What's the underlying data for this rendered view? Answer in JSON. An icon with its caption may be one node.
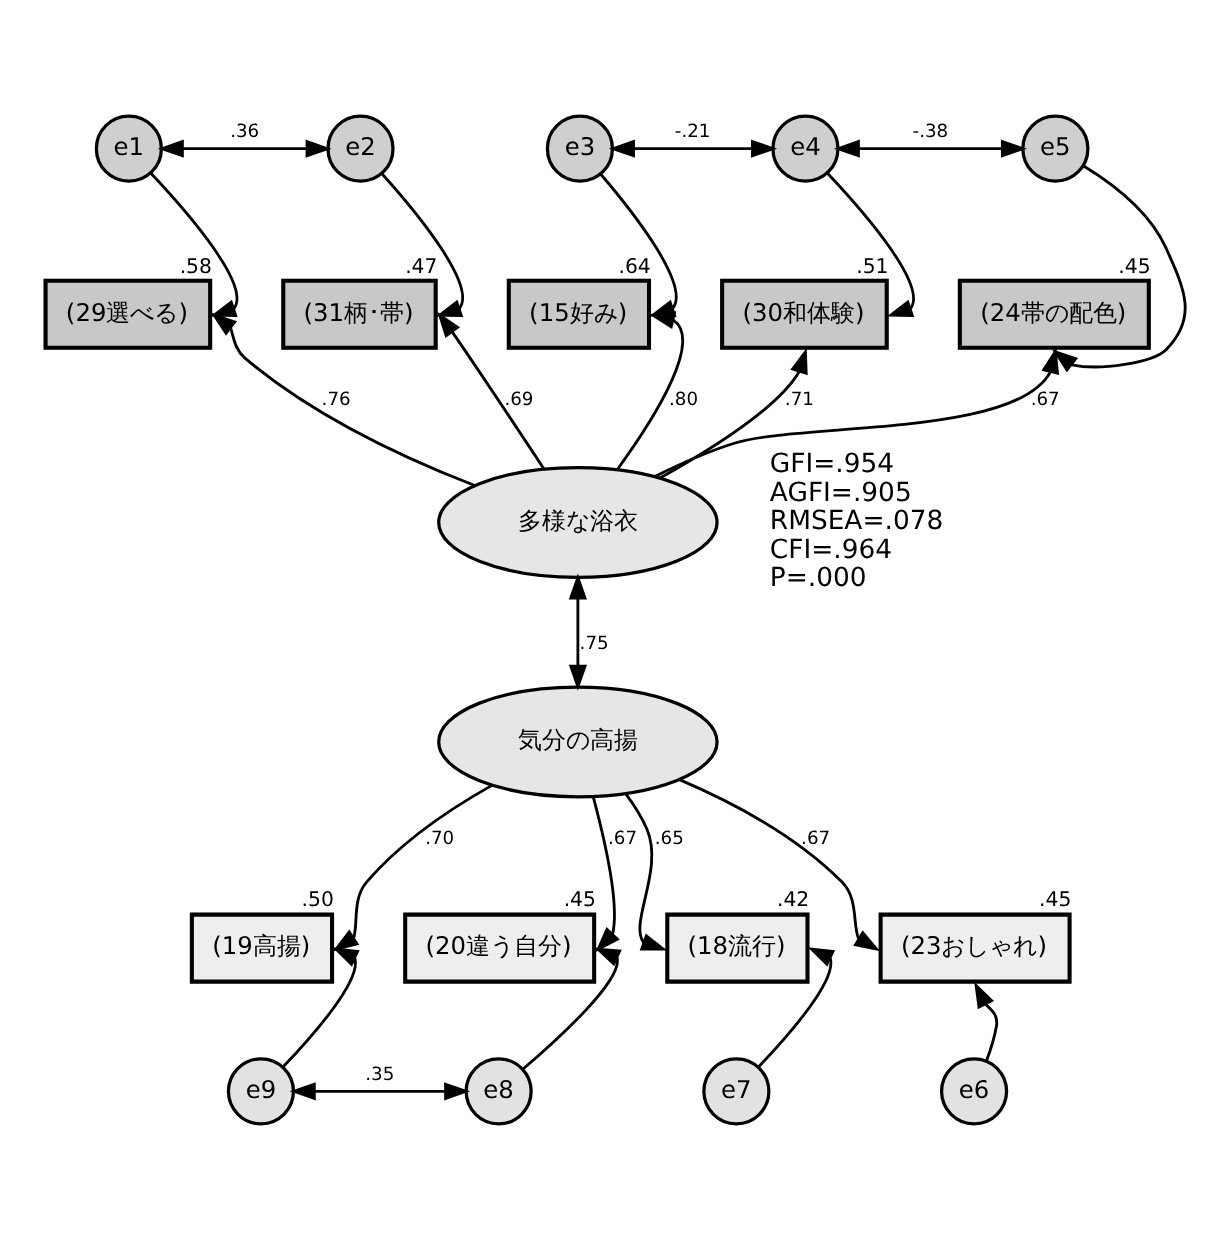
{
  "diagram": {
    "nodes": [
      {
        "text": [
          "e1"
        ]
      },
      {
        "text": [
          "e2"
        ]
      },
      {
        "text": [
          "e3"
        ]
      },
      {
        "text": [
          "e4"
        ]
      },
      {
        "text": [
          "e5"
        ]
      },
      {
        "text": [
          "(29選べる)"
        ],
        "beside": [
          ".58"
        ]
      },
      {
        "text": [
          "(31柄･帯)"
        ],
        "beside": [
          ".47"
        ]
      },
      {
        "text": [
          "(15好み)"
        ],
        "beside": [
          ".64"
        ]
      },
      {
        "text": [
          "(30和体験)"
        ],
        "beside": [
          ".51"
        ]
      },
      {
        "text": [
          "(24帯の配色)"
        ],
        "beside": [
          ".45"
        ]
      },
      {
        "text": [
          "多様な浴衣"
        ]
      },
      {
        "text": [
          "気分の高揚"
        ]
      },
      {
        "text": [
          "(19高揚)"
        ],
        "beside": [
          ".50"
        ]
      },
      {
        "text": [
          "(20違う自分)"
        ],
        "beside": [
          ".45"
        ]
      },
      {
        "text": [
          "(18流行)"
        ],
        "beside": [
          ".42"
        ]
      },
      {
        "text": [
          "(23おしゃれ)"
        ],
        "beside": [
          ".45"
        ]
      },
      {
        "text": [
          "e9"
        ]
      },
      {
        "text": [
          "e8"
        ]
      },
      {
        "text": [
          "e7"
        ]
      },
      {
        "text": [
          "e6"
        ]
      }
    ],
    "edges": [
      {
        "from": 0,
        "to": 1,
        "arrow": "both",
        "label": ".36"
      },
      {
        "from": 2,
        "to": 3,
        "arrow": "both",
        "label": "-.21"
      },
      {
        "from": 3,
        "to": 4,
        "arrow": "both",
        "label": "-.38"
      },
      {
        "from": 0,
        "to": 5,
        "arrow": "to"
      },
      {
        "from": 1,
        "to": 6,
        "arrow": "to"
      },
      {
        "from": 2,
        "to": 7,
        "arrow": "to"
      },
      {
        "from": 3,
        "to": 8,
        "arrow": "to"
      },
      {
        "from": 4,
        "to": 9,
        "arrow": "to"
      },
      {
        "from": 10,
        "to": 5,
        "arrow": "to",
        "label": ".76"
      },
      {
        "from": 10,
        "to": 6,
        "arrow": "to",
        "label": ".69"
      },
      {
        "from": 10,
        "to": 7,
        "arrow": "to",
        "label": ".80"
      },
      {
        "from": 10,
        "to": 8,
        "arrow": "to",
        "label": ".71"
      },
      {
        "from": 10,
        "to": 9,
        "arrow": "to",
        "label": ".67"
      },
      {
        "from": 10,
        "to": 11,
        "arrow": "both",
        "label": ".75"
      },
      {
        "from": 11,
        "to": 12,
        "arrow": "to",
        "label": ".70"
      },
      {
        "from": 11,
        "to": 13,
        "arrow": "to",
        "label": ".67"
      },
      {
        "from": 11,
        "to": 14,
        "arrow": "to",
        "label": ".65"
      },
      {
        "from": 11,
        "to": 15,
        "arrow": "to",
        "label": ".67"
      },
      {
        "from": 16,
        "to": 12,
        "arrow": "to"
      },
      {
        "from": 17,
        "to": 13,
        "arrow": "to"
      },
      {
        "from": 18,
        "to": 14,
        "arrow": "to"
      },
      {
        "from": 19,
        "to": 15,
        "arrow": "to"
      },
      {
        "from": 16,
        "to": 17,
        "arrow": "both",
        "label": ".35"
      }
    ],
    "labels": [
      "GFI=.954",
      "AGFI=.905",
      "RMSEA=.078",
      "CFI=.964",
      "P=.000"
    ]
  }
}
